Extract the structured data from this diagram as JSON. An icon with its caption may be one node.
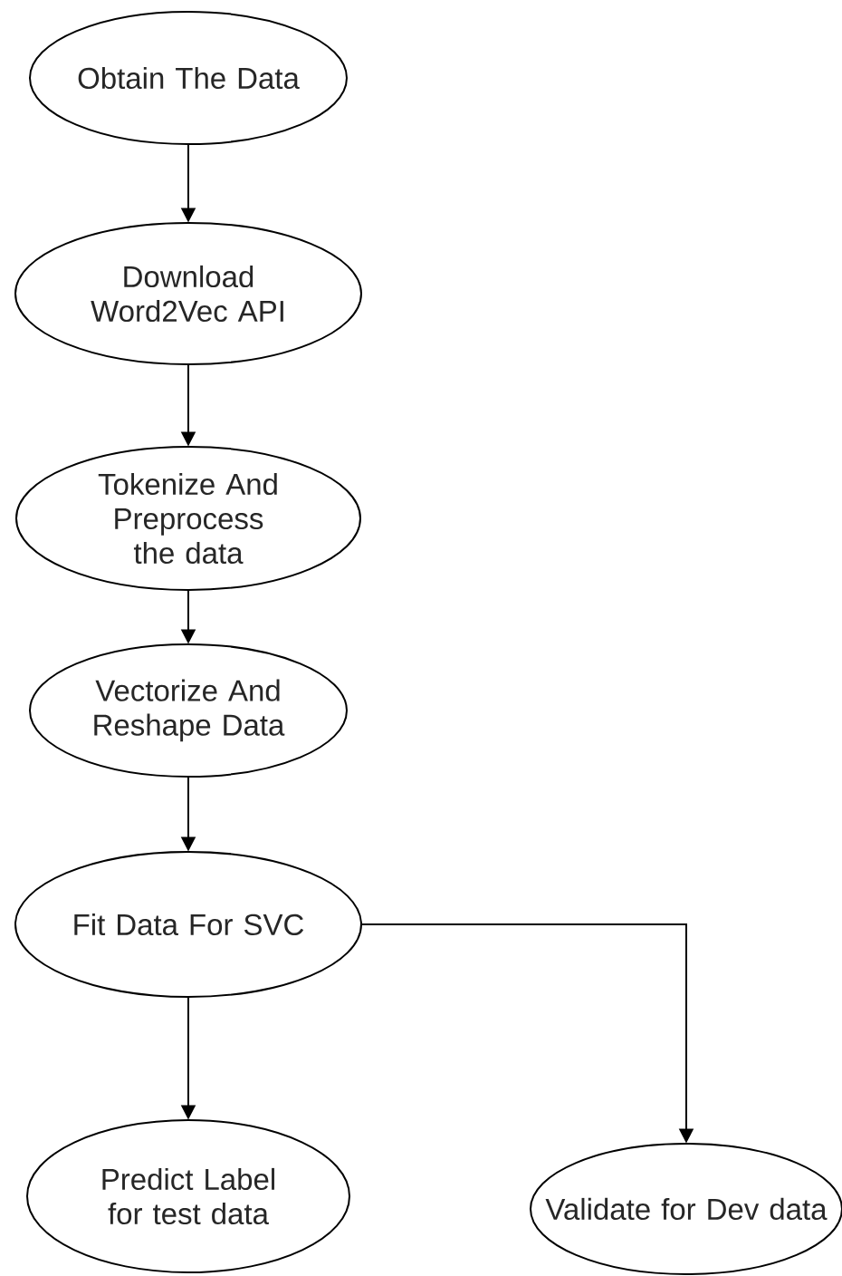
{
  "diagram": {
    "nodes": [
      {
        "text": [
          "Obtain The Data"
        ]
      },
      {
        "text": [
          "Download Word2Vec API"
        ]
      },
      {
        "text": [
          "Tokenize And Preprocess the data"
        ]
      },
      {
        "text": [
          "Vectorize And Reshape Data"
        ]
      },
      {
        "text": [
          "Fit Data For SVC"
        ]
      },
      {
        "text": [
          "Predict Label for test data"
        ]
      },
      {
        "text": [
          "Validate for Dev data"
        ]
      }
    ],
    "edges": [
      {
        "from": 0,
        "to": 1,
        "arrow": "to"
      },
      {
        "from": 1,
        "to": 2,
        "arrow": "to"
      },
      {
        "from": 2,
        "to": 3,
        "arrow": "to"
      },
      {
        "from": 3,
        "to": 4,
        "arrow": "to"
      },
      {
        "from": 4,
        "to": 5,
        "arrow": "to"
      },
      {
        "from": 4,
        "to": 6,
        "arrow": "to"
      }
    ]
  }
}
